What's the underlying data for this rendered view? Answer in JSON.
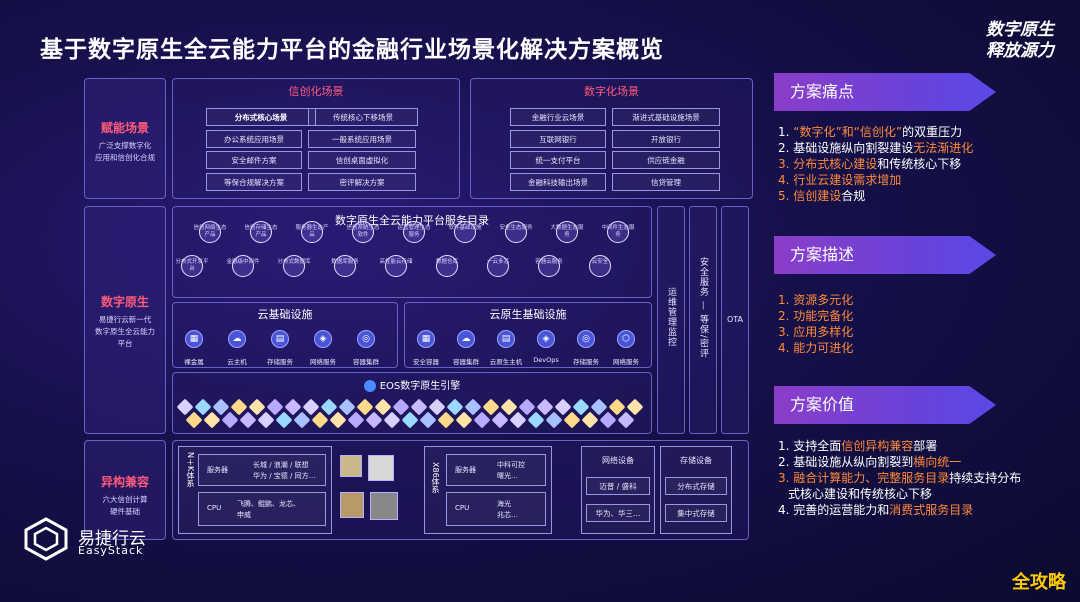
{
  "title": "基于数字原生全云能力平台的金融行业场景化解决方案概览",
  "slogan": [
    "数字原生",
    "释放源力"
  ],
  "sides": {
    "fu": {
      "title": "赋能场景",
      "desc": [
        "广泛支撑数字化",
        "应用和信创化合规"
      ]
    },
    "szys": {
      "title": "数字原生",
      "desc": [
        "易捷行云新一代",
        "数字原生全云能力",
        "平台"
      ]
    },
    "ygjr": {
      "title": "异构兼容",
      "desc": [
        "六大信创计算",
        "硬件基础"
      ]
    }
  },
  "xc": {
    "title": "信创化场景",
    "items": [
      "分布式核心场景",
      "传统核心下移场景",
      "办公系统应用场景",
      "一般系统应用场景",
      "安全邮件方案",
      "信创桌面虚拟化",
      "等保合规解决方案",
      "密评解决方案"
    ]
  },
  "szh": {
    "title": "数字化场景",
    "items": [
      "金融行业云场景",
      "渐进式基础设施场景",
      "互联网银行",
      "开放银行",
      "统一支付平台",
      "供应链金融",
      "金融科技输出场景",
      "信贷管理"
    ]
  },
  "catalog": {
    "title": "数字原生全云能力平台服务目录",
    "row1": [
      "信创网络生态产品",
      "信创存储生态产品",
      "服务器生态产品",
      "信创系统生态软件",
      "运营管理生态服务",
      "软件基础设施",
      "安全生态服务",
      "大数据生态服务",
      "中间件生态服务"
    ],
    "row2": [
      "分布式开发平台",
      "金融级中间件",
      "分布式数据库",
      "数据库服务",
      "高性能云存储",
      "数据仓库",
      "一云多芯",
      "容器云服务",
      "云安全"
    ]
  },
  "cloud_infra": {
    "title": "云基础设施",
    "items": [
      "裸金属",
      "云主机",
      "存储服务",
      "网络服务",
      "容器集群"
    ]
  },
  "cloud_native": {
    "title": "云原生基础设施",
    "items": [
      "安全容器",
      "容器集群",
      "云原生主机",
      "DevOps",
      "存储服务",
      "网络服务"
    ]
  },
  "eos": {
    "title": "EOS数字原生引擎"
  },
  "vcols": {
    "ops": "运维管理监控",
    "sec": "安全服务 — 等保/密评",
    "ota": "OTA"
  },
  "hw": {
    "nk_label": "N＋K体系",
    "nk_rows": [
      {
        "k": "服务器",
        "v": [
          "长城 / 浪潮 / 联想",
          "华为 / 宝德 / 同方…"
        ]
      },
      {
        "k": "CPU",
        "v": [
          "飞腾、鲲鹏、龙芯、",
          "申威"
        ]
      }
    ],
    "x86_label": "X86体系",
    "x86_rows": [
      {
        "k": "服务器",
        "v": [
          "中科可控",
          "曙光…"
        ]
      },
      {
        "k": "CPU",
        "v": [
          "海光",
          "兆芯…"
        ]
      }
    ],
    "net": {
      "title": "网络设备",
      "items": [
        "迈普 / 盛科",
        "华为、华三…"
      ]
    },
    "storage": {
      "title": "存储设备",
      "items": [
        "分布式存储",
        "集中式存储"
      ]
    }
  },
  "pain": {
    "title": "方案痛点",
    "items": [
      {
        "pre": "1. ",
        "a": "“数字化”和“信创化”",
        "b": "的双重压力"
      },
      {
        "pre": "2. ",
        "a": "基础设施纵向割裂建设",
        "b": "无法渐进化"
      },
      {
        "pre": "3. ",
        "a": "分布式核心建设",
        "b": "和传统核心下移"
      },
      {
        "pre": "4. ",
        "a": "行业云建设需求增加",
        "b": ""
      },
      {
        "pre": "5. ",
        "a": "信创建设",
        "b": "合规"
      }
    ]
  },
  "desc": {
    "title": "方案描述",
    "items": [
      "1. 资源多元化",
      "2. 功能完备化",
      "3. 应用多样化",
      "4. 能力可进化"
    ]
  },
  "value": {
    "title": "方案价值",
    "items": [
      [
        "1. 支持全面",
        "信创异构兼容",
        "部署"
      ],
      [
        "2. 基础设施从纵向割裂到",
        "横向统一",
        ""
      ],
      [
        "3. ",
        "融合计算能力、完整服务目录",
        "持续支持分布"
      ],
      [
        "式核心建设和传统核心下移",
        "",
        ""
      ],
      [
        "4. 完善的运营能力和",
        "消费式服务目录",
        ""
      ]
    ]
  },
  "logo": {
    "cn": "易捷行云",
    "en": "EasyStack"
  },
  "watermark": "全攻略",
  "colors": {
    "accent_red": "#ff5a7a",
    "accent_orange": "#ff8a3a",
    "banner": "#8a3ec8"
  }
}
